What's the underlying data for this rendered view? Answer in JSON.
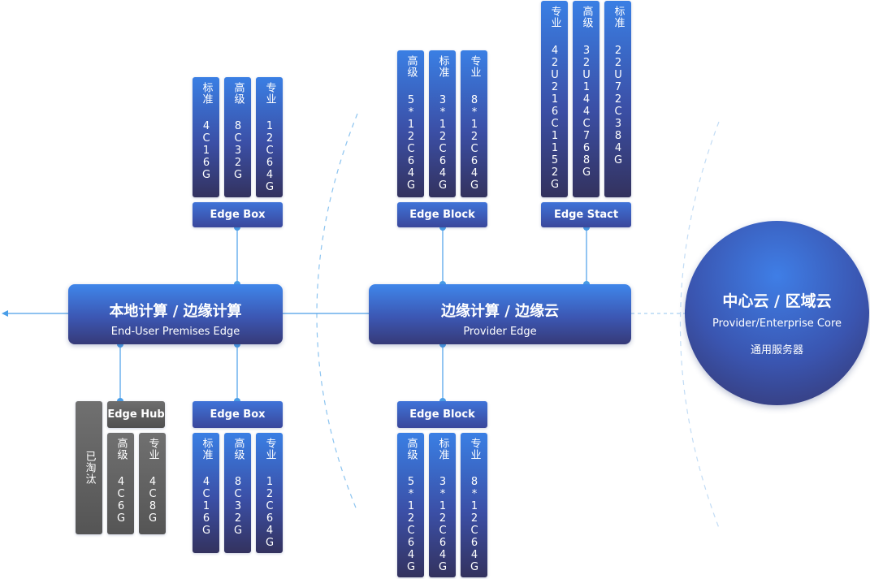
{
  "central_cloud": {
    "title": "中心云 / 区域云",
    "subtitle": "Provider/Enterprise Core",
    "note": "通用服务器"
  },
  "provider_edge": {
    "title": "边缘计算 / 边缘云",
    "subtitle": "Provider Edge"
  },
  "premises_edge": {
    "title": "本地计算 / 边缘计算",
    "subtitle": "End-User Premises Edge"
  },
  "edge_box_top": {
    "label": "Edge Box",
    "tiers": [
      {
        "tier": "标准",
        "spec": "4C16G"
      },
      {
        "tier": "高级",
        "spec": "8C32G"
      },
      {
        "tier": "专业",
        "spec": "12C64G"
      }
    ]
  },
  "edge_box_bottom": {
    "label": "Edge Box",
    "tiers": [
      {
        "tier": "标准",
        "spec": "4C16G"
      },
      {
        "tier": "高级",
        "spec": "8C32G"
      },
      {
        "tier": "专业",
        "spec": "12C64G"
      }
    ]
  },
  "edge_block_top": {
    "label": "Edge Block",
    "tiers": [
      {
        "tier": "高级",
        "spec": "5*12C64G"
      },
      {
        "tier": "标准",
        "spec": "3*12C64G"
      },
      {
        "tier": "专业",
        "spec": "8*12C64G"
      }
    ]
  },
  "edge_block_bottom": {
    "label": "Edge Block",
    "tiers": [
      {
        "tier": "高级",
        "spec": "5*12C64G"
      },
      {
        "tier": "标准",
        "spec": "3*12C64G"
      },
      {
        "tier": "专业",
        "spec": "8*12C64G"
      }
    ]
  },
  "edge_stact": {
    "label": "Edge Stact",
    "tiers": [
      {
        "tier": "专业",
        "spec": "42U216C1152G"
      },
      {
        "tier": "高级",
        "spec": "32U144C768G"
      },
      {
        "tier": "标准",
        "spec": "22U72C384G"
      }
    ]
  },
  "edge_hub": {
    "label": "Edge Hub",
    "retired": "已淘汰",
    "tiers": [
      {
        "tier": "高级",
        "spec": "4C6G"
      },
      {
        "tier": "专业",
        "spec": "4C8G"
      }
    ]
  },
  "colors": {
    "accent": "#3a7fe4",
    "deep": "#33325e",
    "line": "#4a9ee8",
    "retired": "#5f5f5f"
  }
}
